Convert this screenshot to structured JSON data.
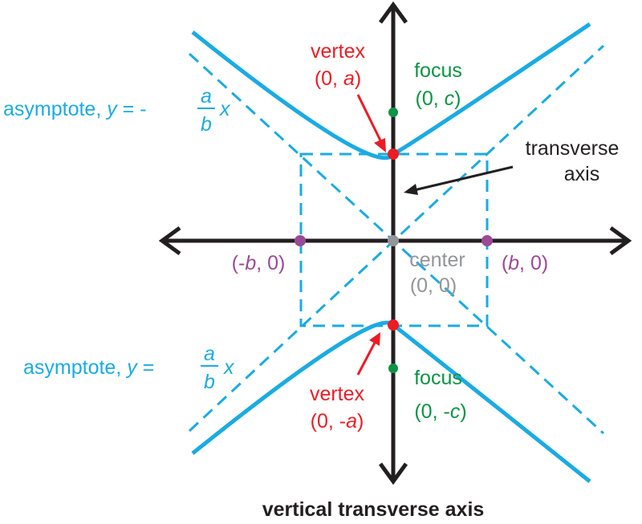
{
  "colors": {
    "axis": "#231f20",
    "curve": "#1aabe3",
    "vertex": "#ec1c24",
    "focus": "#0b9444",
    "center": "#939598",
    "covertex": "#9b4a95",
    "annotation": "#231f20",
    "background": "#ffffff"
  },
  "labels": {
    "vertex_top_name": "vertex",
    "vertex_top_open": "(0, ",
    "vertex_top_var": "a",
    "vertex_top_close": ")",
    "focus_top_name": "focus",
    "focus_top_open": "(0, ",
    "focus_top_var": "c",
    "focus_top_close": ")",
    "asymptote_top_prefix": "asymptote, ",
    "asymptote_top_y": "y",
    "asymptote_top_eq": " = -",
    "asymptote_top_num": "a",
    "asymptote_top_den": "b",
    "asymptote_top_x": "x",
    "transverse_line1": "transverse",
    "transverse_line2": "axis",
    "covertex_left_open": "(-",
    "covertex_left_var": "b",
    "covertex_left_close": ", 0)",
    "covertex_right_open": "(",
    "covertex_right_var": "b",
    "covertex_right_close": ", 0)",
    "center_name": "center",
    "center_coords": "(0, 0)",
    "asymptote_bottom_prefix": "asymptote, ",
    "asymptote_bottom_y": "y",
    "asymptote_bottom_eq": " =",
    "asymptote_bottom_num": "a",
    "asymptote_bottom_den": "b",
    "asymptote_bottom_x": "x",
    "vertex_bottom_name": "vertex",
    "vertex_bottom_open": "(0, -",
    "vertex_bottom_var": "a",
    "vertex_bottom_close": ")",
    "focus_bottom_name": "focus",
    "focus_bottom_open": "(0, -",
    "focus_bottom_var": "c",
    "focus_bottom_close": ")",
    "caption": "vertical transverse axis"
  }
}
